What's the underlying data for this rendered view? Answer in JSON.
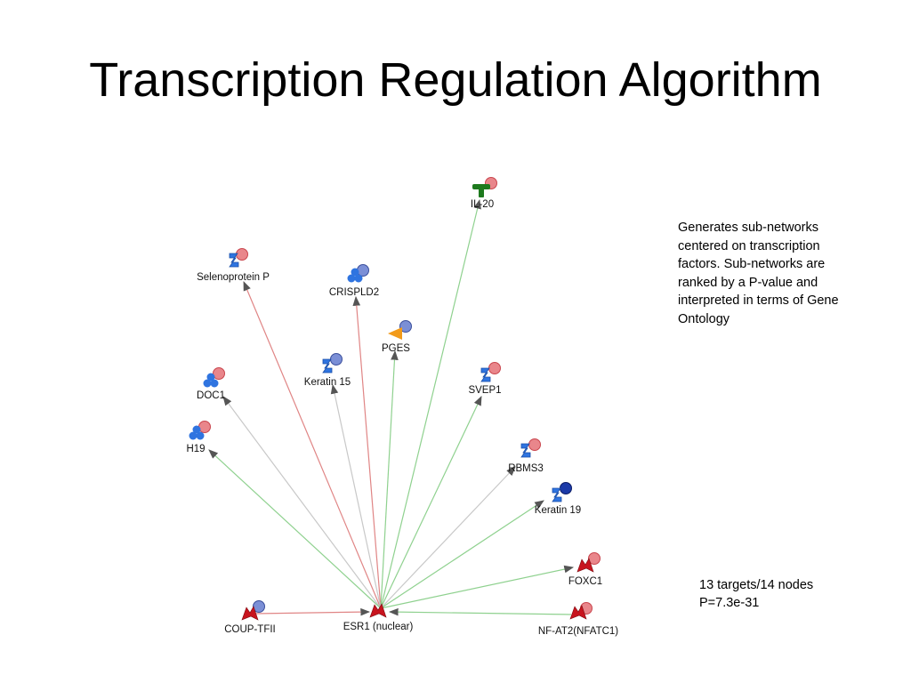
{
  "title": "Transcription Regulation Algorithm",
  "description": "Generates sub-networks centered on transcription factors. Sub-networks are ranked by a P-value and interpreted in terms of Gene Ontology",
  "stats": {
    "targets_nodes": "13 targets/14 nodes",
    "p_value": "P=7.3e-31"
  },
  "colors": {
    "edge_activation": "#8fd18f",
    "edge_inhibition": "#e08585",
    "edge_unspecified": "#c8c8c8",
    "protein_blue": "#2f74e0",
    "tf_red": "#c8141e",
    "ligand_green": "#1e7a1e",
    "enzyme_orange": "#f29b1a",
    "marker_red": "#e9868b",
    "marker_blue": "#7b8fd6",
    "marker_darkblue": "#1c3aa8"
  },
  "network": {
    "hub": "ESR1 (nuclear)",
    "nodes": [
      {
        "id": "il20",
        "label": "IL-20",
        "icon": "ligand-icon",
        "marker": "red"
      },
      {
        "id": "selenoprotein",
        "label": "Selenoprotein P",
        "icon": "protein-icon",
        "marker": "red"
      },
      {
        "id": "crispld2",
        "label": "CRISPLD2",
        "icon": "protein-complex-icon",
        "marker": "blue"
      },
      {
        "id": "pges",
        "label": "PGES",
        "icon": "enzyme-icon",
        "marker": "blue"
      },
      {
        "id": "keratin15",
        "label": "Keratin 15",
        "icon": "protein-icon",
        "marker": "blue"
      },
      {
        "id": "doc1",
        "label": "DOC1",
        "icon": "protein-complex-icon",
        "marker": "red"
      },
      {
        "id": "svep1",
        "label": "SVEP1",
        "icon": "protein-icon",
        "marker": "red"
      },
      {
        "id": "h19",
        "label": "H19",
        "icon": "protein-complex-icon",
        "marker": "red"
      },
      {
        "id": "rbms3",
        "label": "RBMS3",
        "icon": "protein-icon",
        "marker": "red"
      },
      {
        "id": "keratin19",
        "label": "Keratin 19",
        "icon": "protein-icon",
        "marker": "darkblue"
      },
      {
        "id": "foxc1",
        "label": "FOXC1",
        "icon": "transcription-factor-icon",
        "marker": "red"
      },
      {
        "id": "coup",
        "label": "COUP-TFII",
        "icon": "transcription-factor-icon",
        "marker": "blue"
      },
      {
        "id": "esr1",
        "label": "ESR1 (nuclear)",
        "icon": "transcription-factor-icon",
        "marker": "none"
      },
      {
        "id": "nfat",
        "label": "NF-AT2(NFATC1)",
        "icon": "transcription-factor-icon",
        "marker": "red"
      }
    ],
    "edges": [
      {
        "from": "esr1",
        "to": "il20",
        "effect": "activation"
      },
      {
        "from": "esr1",
        "to": "selenoprotein",
        "effect": "inhibition"
      },
      {
        "from": "esr1",
        "to": "crispld2",
        "effect": "inhibition"
      },
      {
        "from": "esr1",
        "to": "pges",
        "effect": "activation"
      },
      {
        "from": "esr1",
        "to": "keratin15",
        "effect": "unspecified"
      },
      {
        "from": "esr1",
        "to": "doc1",
        "effect": "unspecified"
      },
      {
        "from": "esr1",
        "to": "svep1",
        "effect": "activation"
      },
      {
        "from": "esr1",
        "to": "h19",
        "effect": "activation"
      },
      {
        "from": "esr1",
        "to": "rbms3",
        "effect": "unspecified"
      },
      {
        "from": "esr1",
        "to": "keratin19",
        "effect": "activation"
      },
      {
        "from": "esr1",
        "to": "foxc1",
        "effect": "activation"
      },
      {
        "from": "coup",
        "to": "esr1",
        "effect": "inhibition"
      },
      {
        "from": "nfat",
        "to": "esr1",
        "effect": "activation"
      }
    ]
  }
}
